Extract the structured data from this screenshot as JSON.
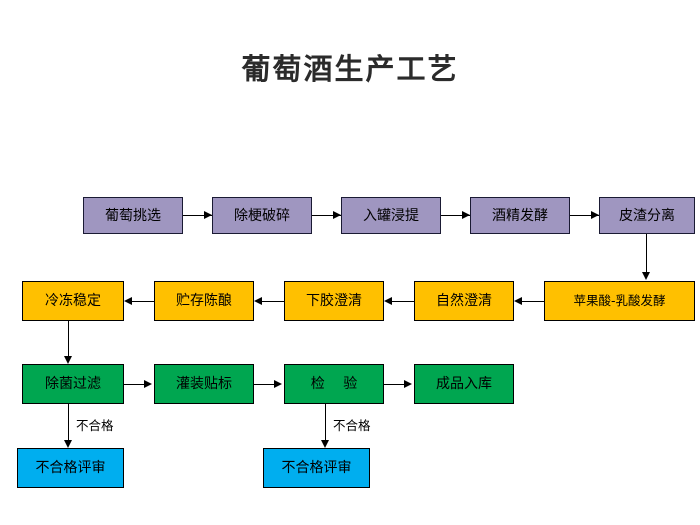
{
  "title": "葡萄酒生产工艺",
  "colors": {
    "stage1": "#9f96c0",
    "stage2": "#ffc000",
    "stage3": "#00a650",
    "reject": "#00aeef",
    "border": "#000000",
    "background": "#ffffff",
    "title_text": "#2b2b2b"
  },
  "rows": [
    {
      "name": "crush-and-ferment-row",
      "color": "stage1",
      "direction": "left-to-right",
      "nodes": [
        {
          "label": "葡萄挑选"
        },
        {
          "label": "除梗破碎"
        },
        {
          "label": "入罐浸提"
        },
        {
          "label": "酒精发酵"
        },
        {
          "label": "皮渣分离"
        }
      ]
    },
    {
      "name": "clarify-and-age-row",
      "color": "stage2",
      "direction": "right-to-left",
      "nodes": [
        {
          "label": "冷冻稳定"
        },
        {
          "label": "贮存陈酿"
        },
        {
          "label": "下胶澄清"
        },
        {
          "label": "自然澄清"
        },
        {
          "label": "苹果酸-乳酸发酵"
        }
      ]
    },
    {
      "name": "filter-and-package-row",
      "color": "stage3",
      "direction": "left-to-right",
      "nodes": [
        {
          "label": "除菌过滤"
        },
        {
          "label": "灌装贴标"
        },
        {
          "label": "检  验"
        },
        {
          "label": "成品入库"
        }
      ]
    },
    {
      "name": "reject-review-row",
      "color": "reject",
      "direction": "none",
      "nodes": [
        {
          "label": "不合格评审"
        },
        {
          "label": "不合格评审"
        }
      ]
    }
  ],
  "edge_labels": {
    "filter_reject": "不合格",
    "inspect_reject": "不合格"
  }
}
